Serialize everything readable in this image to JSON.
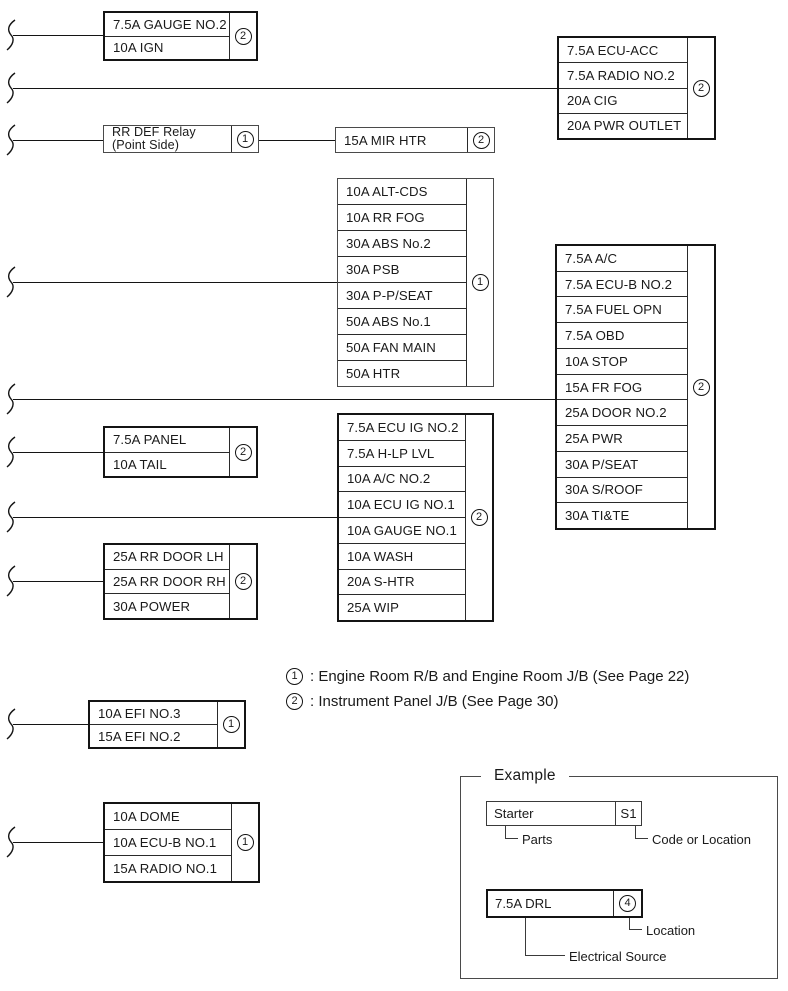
{
  "fuse_boxes": [
    {
      "name": "gauge-ign",
      "rows": [
        "7.5A GAUGE NO.2",
        "10A IGN"
      ],
      "location_symbol": "2"
    },
    {
      "name": "acc-group",
      "rows": [
        "7.5A ECU-ACC",
        "7.5A RADIO NO.2",
        "20A CIG",
        "20A PWR OUTLET"
      ],
      "location_symbol": "2"
    },
    {
      "name": "rr-def-relay",
      "rows": [
        "RR DEF Relay",
        "(Point Side)"
      ],
      "location_symbol": "1"
    },
    {
      "name": "mir-htr",
      "rows": [
        "15A MIR HTR"
      ],
      "location_symbol": "2"
    },
    {
      "name": "engine-room-group",
      "rows": [
        "10A ALT-CDS",
        "10A RR FOG",
        "30A ABS No.2",
        "30A PSB",
        "30A P-P/SEAT",
        "50A ABS No.1",
        "50A FAN MAIN",
        "50A HTR"
      ],
      "location_symbol": "1"
    },
    {
      "name": "instrument-panel-group",
      "rows": [
        "7.5A A/C",
        "7.5A ECU-B NO.2",
        "7.5A FUEL OPN",
        "7.5A OBD",
        "10A STOP",
        "15A FR FOG",
        "25A DOOR NO.2",
        "25A PWR",
        "30A P/SEAT",
        "30A S/ROOF",
        "30A TI&TE"
      ],
      "location_symbol": "2"
    },
    {
      "name": "panel-tail",
      "rows": [
        "7.5A PANEL",
        "10A TAIL"
      ],
      "location_symbol": "2"
    },
    {
      "name": "ig-group",
      "rows": [
        "7.5A ECU IG NO.2",
        "7.5A H-LP LVL",
        "10A A/C NO.2",
        "10A ECU IG NO.1",
        "10A GAUGE NO.1",
        "10A WASH",
        "20A S-HTR",
        "25A WIP"
      ],
      "location_symbol": "2"
    },
    {
      "name": "rr-door-power",
      "rows": [
        "25A RR DOOR LH",
        "25A RR DOOR RH",
        "30A POWER"
      ],
      "location_symbol": "2"
    },
    {
      "name": "efi",
      "rows": [
        "10A EFI NO.3",
        "15A EFI NO.2"
      ],
      "location_symbol": "1"
    },
    {
      "name": "dome-group",
      "rows": [
        "10A DOME",
        "10A ECU-B NO.1",
        "15A RADIO NO.1"
      ],
      "location_symbol": "1"
    }
  ],
  "legend": {
    "items": [
      {
        "symbol": "1",
        "text": ": Engine Room R/B and Engine Room J/B (See Page 22)"
      },
      {
        "symbol": "2",
        "text": ": Instrument Panel J/B (See Page 30)"
      }
    ]
  },
  "example": {
    "title": "Example",
    "parts_row": {
      "label": "Starter",
      "code": "S1"
    },
    "source_row": {
      "label": "7.5A DRL",
      "location_symbol": "4"
    },
    "callouts": {
      "parts": "Parts",
      "code": "Code or Location",
      "location": "Location",
      "electrical_source": "Electrical Source"
    }
  }
}
